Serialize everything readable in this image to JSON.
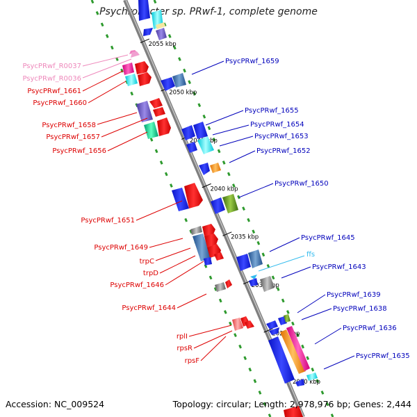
{
  "title": "Psychrobacter sp. PRwf-1, complete genome",
  "footer": {
    "accession": "Accession: NC_009524",
    "summary": "Topology: circular; Length: 2,978,976 bp; Genes: 2,444"
  },
  "colors": {
    "forward_label": "#dd0000",
    "reverse_label": "#0000bb",
    "rna_label": "#ee88bb",
    "ncrna_label": "#33bbee",
    "backbone": "#8a8a8a",
    "track_dots": "#2e9a2e"
  },
  "scale_labels": [
    {
      "text": "2055 kbp",
      "kbp": 2055
    },
    {
      "text": "2050 kbp",
      "kbp": 2050
    },
    {
      "text": "2045 kbp",
      "kbp": 2045
    },
    {
      "text": "2040 kbp",
      "kbp": 2040
    },
    {
      "text": "2035 kbp",
      "kbp": 2035
    },
    {
      "text": "2030 kbp",
      "kbp": 2030
    },
    {
      "text": "2025 kbp",
      "kbp": 2025
    },
    {
      "text": "2020 kbp",
      "kbp": 2020
    }
  ],
  "left_labels": [
    {
      "text": "PsycPRwf_R0037",
      "kind": "rna"
    },
    {
      "text": "PsycPRwf_R0036",
      "kind": "rna"
    },
    {
      "text": "PsycPRwf_1661",
      "kind": "forward"
    },
    {
      "text": "PsycPRwf_1660",
      "kind": "forward"
    },
    {
      "text": "PsycPRwf_1658",
      "kind": "forward"
    },
    {
      "text": "PsycPRwf_1657",
      "kind": "forward"
    },
    {
      "text": "PsycPRwf_1656",
      "kind": "forward"
    },
    {
      "text": "PsycPRwf_1651",
      "kind": "forward"
    },
    {
      "text": "PsycPRwf_1649",
      "kind": "forward"
    },
    {
      "text": "trpC",
      "kind": "forward"
    },
    {
      "text": "trpD",
      "kind": "forward"
    },
    {
      "text": "PsycPRwf_1646",
      "kind": "forward"
    },
    {
      "text": "PsycPRwf_1644",
      "kind": "forward"
    },
    {
      "text": "rplI",
      "kind": "forward"
    },
    {
      "text": "rpsR",
      "kind": "forward"
    },
    {
      "text": "rpsF",
      "kind": "forward"
    }
  ],
  "right_labels": [
    {
      "text": "PsycPRwf_1659",
      "kind": "reverse"
    },
    {
      "text": "PsycPRwf_1655",
      "kind": "reverse"
    },
    {
      "text": "PsycPRwf_1654",
      "kind": "reverse"
    },
    {
      "text": "PsycPRwf_1653",
      "kind": "reverse"
    },
    {
      "text": "PsycPRwf_1652",
      "kind": "reverse"
    },
    {
      "text": "PsycPRwf_1650",
      "kind": "reverse"
    },
    {
      "text": "PsycPRwf_1645",
      "kind": "reverse"
    },
    {
      "text": "ffs",
      "kind": "ncrna"
    },
    {
      "text": "PsycPRwf_1643",
      "kind": "reverse"
    },
    {
      "text": "PsycPRwf_1639",
      "kind": "reverse"
    },
    {
      "text": "PsycPRwf_1638",
      "kind": "reverse"
    },
    {
      "text": "PsycPRwf_1636",
      "kind": "reverse"
    },
    {
      "text": "PsycPRwf_1635",
      "kind": "reverse"
    }
  ]
}
